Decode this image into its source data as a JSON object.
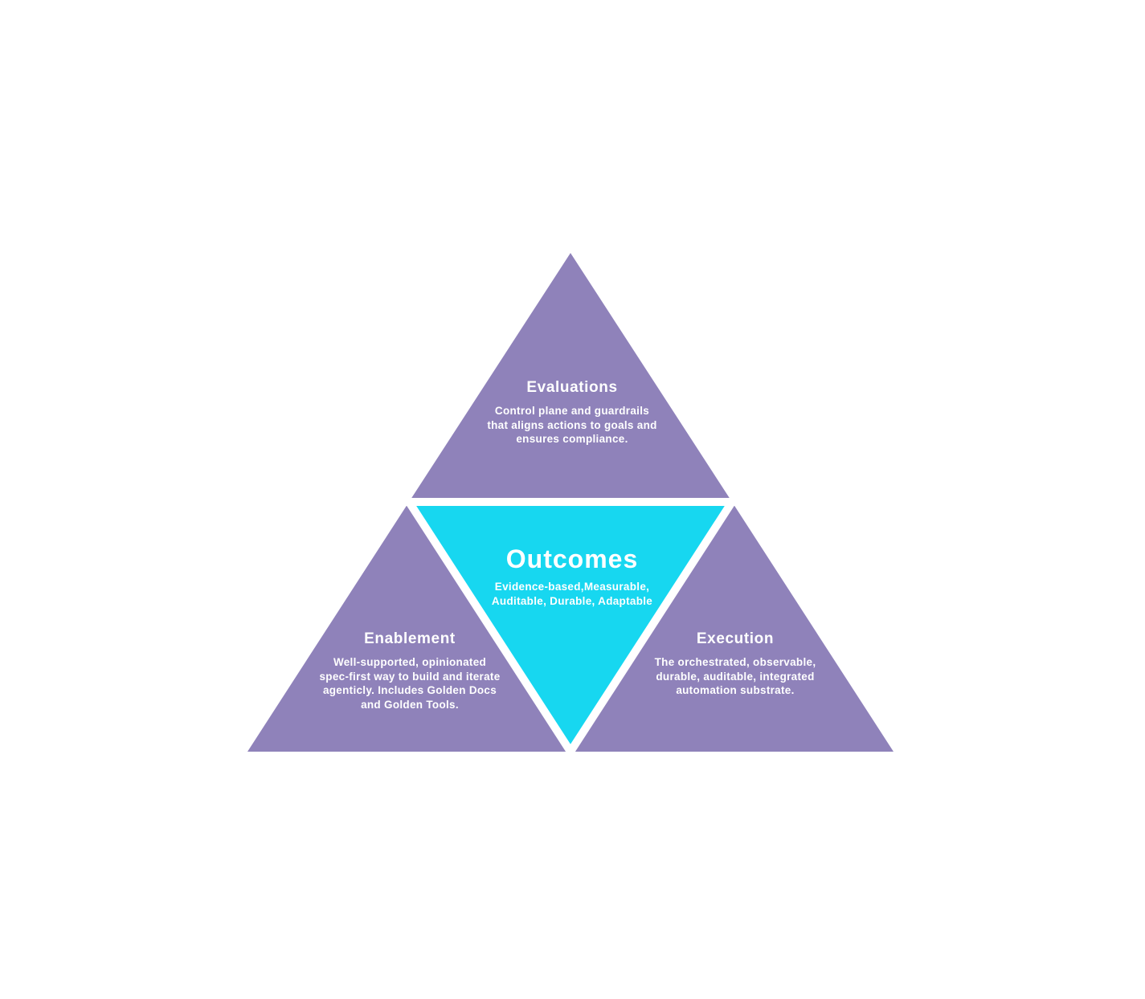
{
  "colors": {
    "purple": "#8F82BA",
    "cyan": "#17D7F0",
    "gap": "#FFFFFF",
    "text": "#FFFFFF",
    "background": "#FFFFFF"
  },
  "sections": [
    {
      "id": "evaluations",
      "title": "Evaluations",
      "description": "Control plane and guardrails\nthat aligns actions to goals and\nensures compliance."
    },
    {
      "id": "outcomes",
      "title": "Outcomes",
      "description": "Evidence-based,Measurable,\nAuditable, Durable, Adaptable"
    },
    {
      "id": "enablement",
      "title": "Enablement",
      "description": "Well-supported, opinionated\nspec-first way to build and iterate\nagenticly. Includes Golden Docs\nand Golden Tools."
    },
    {
      "id": "execution",
      "title": "Execution",
      "description": "The orchestrated, observable,\ndurable, auditable, integrated\nautomation substrate."
    }
  ]
}
